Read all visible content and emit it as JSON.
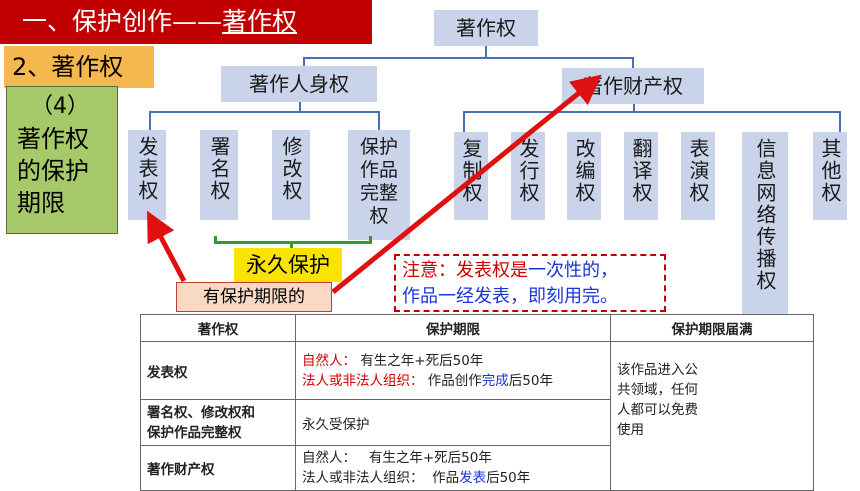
{
  "title": {
    "prefix": "一、保护创作——",
    "underlined": "著作权"
  },
  "subtitle": "2、著作权",
  "side_box": {
    "line1": "（4）",
    "line2": "著作权",
    "line3": "的保护",
    "line4": "期限"
  },
  "tree": {
    "root": "著作权",
    "personal": {
      "label": "著作人身权",
      "children": [
        "发表权",
        "署名权",
        "修改权",
        "保护作品完整权"
      ]
    },
    "property": {
      "label": "著作财产权",
      "children": [
        "复制权",
        "发行权",
        "改编权",
        "翻译权",
        "表演权",
        "信息网络传播权",
        "其他权"
      ]
    }
  },
  "permanent_label": "永久保护",
  "limited_label": "有保护期限的",
  "note": {
    "l1_a": "注意：发表权是",
    "l1_b": "一次性的，",
    "l2": "作品一经发表，即刻用完。"
  },
  "colors": {
    "title_bg": "#c00000",
    "subtitle_bg": "#f5b84e",
    "side_bg": "#a6c96a",
    "node_bg": "#c9d4ea",
    "arrow": "#e01010",
    "bracket": "#2e9e2e"
  },
  "table": {
    "headers": [
      "著作权",
      "保护期限",
      "保护期限届满"
    ],
    "rows": [
      {
        "name": "发表权",
        "p1_label": "自然人：",
        "p1_text": "有生之年+死后50年",
        "p2_label": "法人或非法人组织：",
        "p2_a": "作品创作",
        "p2_b": "完成",
        "p2_c": "后50年"
      },
      {
        "name_l1": "署名权、修改权和",
        "name_l2": "保护作品完整权",
        "period": "永久受保护"
      },
      {
        "name": "著作财产权",
        "p1": "自然人：   有生之年+死后50年",
        "p2_a": "法人或非法人组织：  作品",
        "p2_b": "发表",
        "p2_c": "后50年"
      }
    ],
    "expiry": {
      "l1": "该作品进入公",
      "l2": "共领域，任何",
      "l3": "人都可以免费",
      "l4": "使用"
    }
  }
}
